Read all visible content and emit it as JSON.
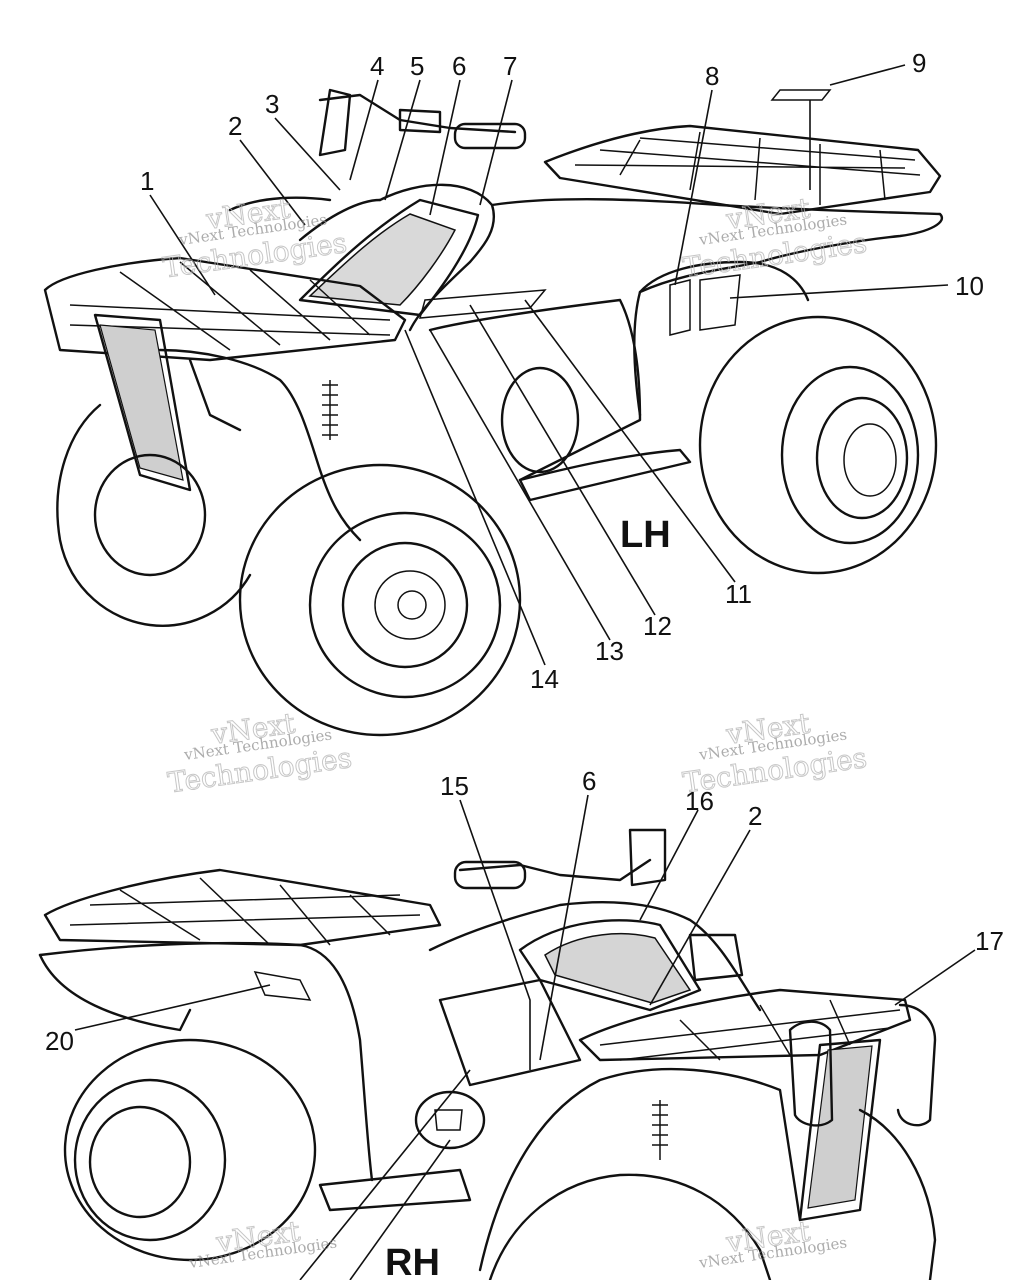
{
  "diagram": {
    "views": {
      "left": "LH",
      "right": "RH"
    },
    "callouts_lh": [
      "1",
      "2",
      "3",
      "4",
      "5",
      "6",
      "7",
      "8",
      "9",
      "10",
      "11",
      "12",
      "13",
      "14"
    ],
    "callouts_rh": [
      "15",
      "6",
      "16",
      "2",
      "17",
      "20"
    ],
    "watermark": {
      "line": "vNext Technologies",
      "outline_top": "vNext",
      "outline_bottom": "Technologies"
    }
  }
}
